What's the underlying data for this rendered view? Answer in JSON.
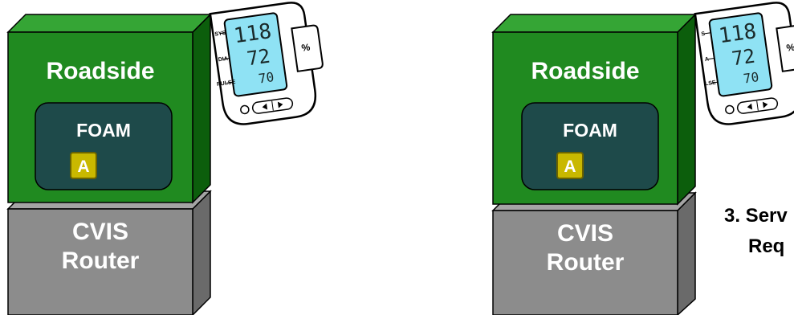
{
  "colors": {
    "roadside_front": "#208a20",
    "roadside_top": "#35a535",
    "roadside_side": "#0c5e0c",
    "router_front": "#8c8c8c",
    "router_top": "#a4a4a4",
    "router_side": "#6a6a6a",
    "foam_box": "#1e4a4a",
    "app_badge": "#c9b800",
    "lcd": "#8fe2f4",
    "label_text": "#ffffff",
    "step_text": "#000000"
  },
  "left_stack": {
    "roadside_label": "Roadside",
    "foam_label": "FOAM",
    "app_label": "A",
    "router_line1": "CVIS",
    "router_line2": "Router",
    "monitor": {
      "sys_value": "118",
      "dia_value": "72",
      "pulse_value": "70",
      "sys_label": "SYS",
      "dia_label": "DIA",
      "pulse_label": "PULSE",
      "side_button": "%"
    }
  },
  "right_stack": {
    "roadside_label": "Roadside",
    "foam_label": "FOAM",
    "app_label": "A",
    "router_line1": "CVIS",
    "router_line2": "Router",
    "monitor": {
      "sys_value": "118",
      "dia_value": "72",
      "pulse_value": "70",
      "sys_label": "S",
      "dia_label": "A",
      "pulse_label": "LSE",
      "side_button": "%"
    }
  },
  "step": {
    "line1": "3. Serv",
    "line2": "Req"
  }
}
